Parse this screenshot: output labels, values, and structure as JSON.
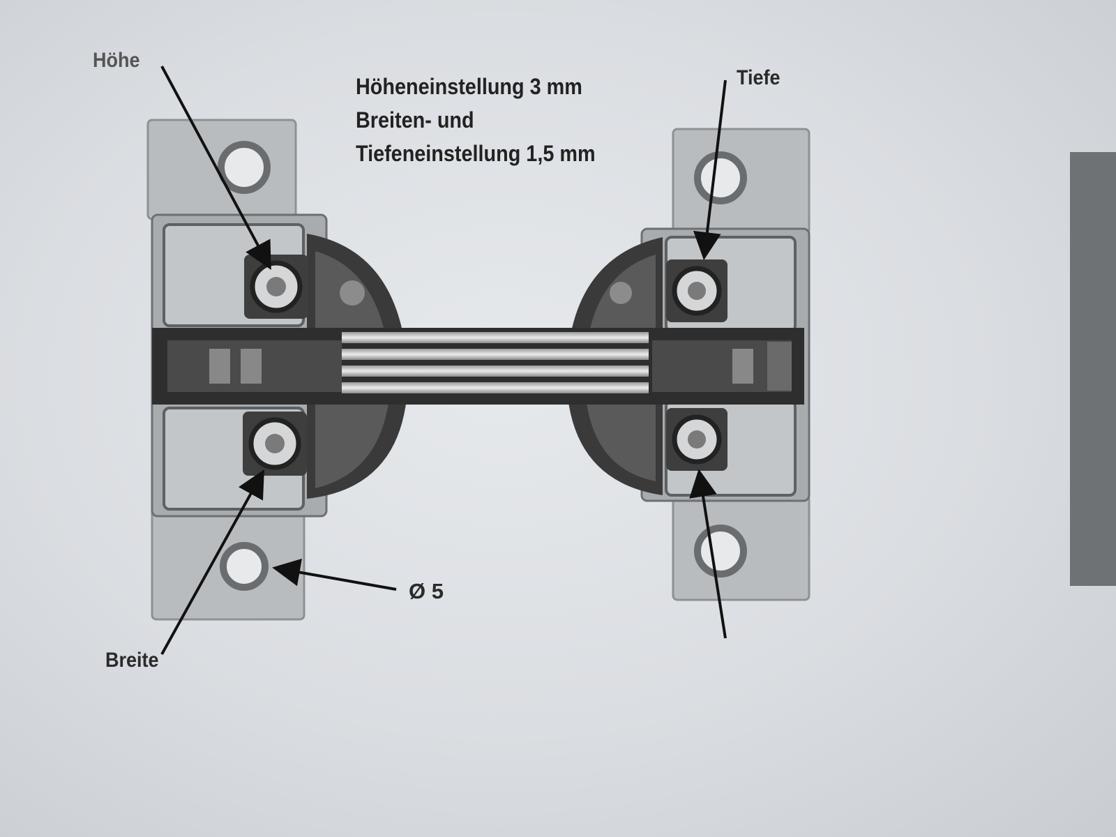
{
  "title_lines": [
    "Höheneinstellung 3 mm",
    "Breiten- und",
    "Tiefeneinstellung 1,5 mm"
  ],
  "labels": {
    "hoehe": "Höhe",
    "tiefe": "Tiefe",
    "breite": "Breite",
    "diameter": "Ø 5"
  },
  "colors": {
    "background": "#dfe2e5",
    "plate": "#b9bcbe",
    "metal_dark": "#2b2b2b",
    "side_bar": "#6f7275"
  }
}
